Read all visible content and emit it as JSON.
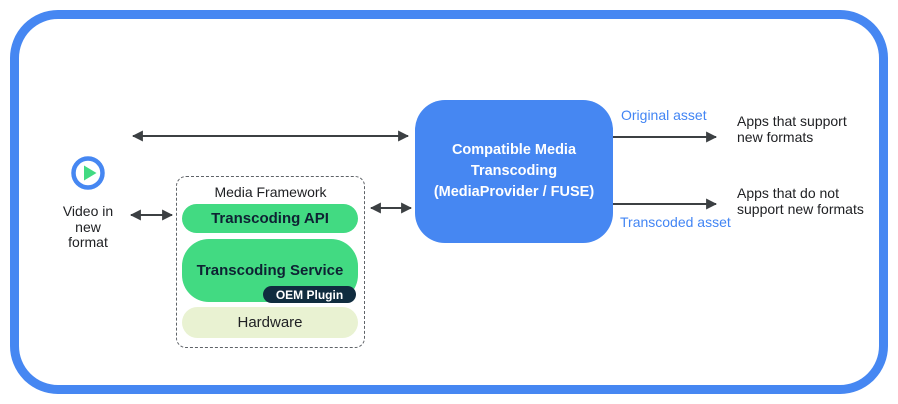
{
  "colors": {
    "accent-blue": "#4687f2",
    "label-blue": "#4285f4",
    "android-green": "#42da82",
    "oem-navy": "#102c3f",
    "hardware-cream": "#e9f2d2",
    "arrow-gray": "#3c4043",
    "text-dark": "#202124"
  },
  "source": {
    "icon": "play-circle-icon",
    "label": "Video in\nnew\nformat"
  },
  "media_framework": {
    "title": "Media Framework",
    "layers": {
      "api": "Transcoding API",
      "service": "Transcoding Service",
      "oem_plugin": "OEM Plugin",
      "hardware": "Hardware"
    }
  },
  "transcoding_box": {
    "label": "Compatible Media\nTranscoding\n(MediaProvider / FUSE)"
  },
  "flows": {
    "original": {
      "label": "Original asset",
      "target": "Apps that support\nnew formats"
    },
    "transcoded": {
      "label": "Transcoded asset",
      "target": "Apps that do not\nsupport new formats"
    }
  }
}
